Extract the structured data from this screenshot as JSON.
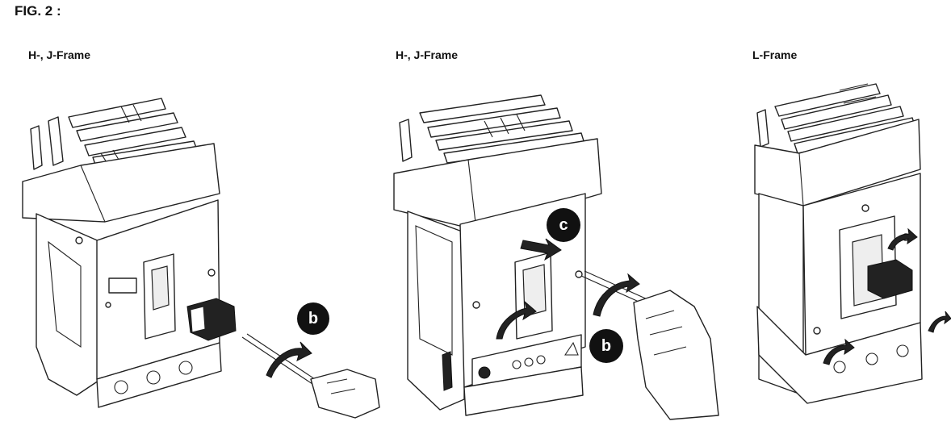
{
  "figure": {
    "title": "FIG. 2 :"
  },
  "panels": [
    {
      "label": "H-, J-Frame",
      "callouts": [
        "b"
      ]
    },
    {
      "label": "H-, J-Frame",
      "callouts": [
        "c",
        "b"
      ]
    },
    {
      "label": "L-Frame",
      "callouts": []
    }
  ],
  "colors": {
    "line": "#222222",
    "badge": "#111111",
    "badge_text": "#ffffff"
  }
}
